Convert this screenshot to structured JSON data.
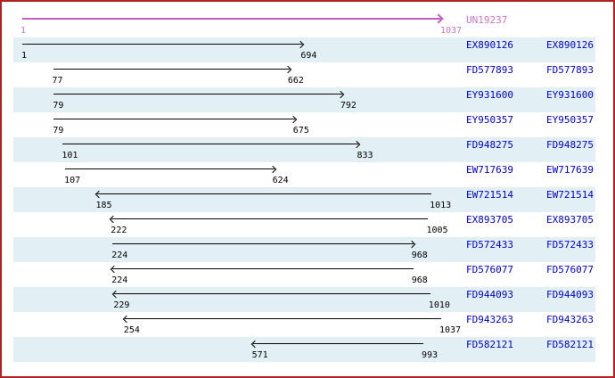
{
  "unigene": {
    "id": "UN19237",
    "start": 1,
    "end": 1037,
    "direction": "right"
  },
  "ests": [
    {
      "id": "EX890126",
      "start": 1,
      "end": 694,
      "direction": "right"
    },
    {
      "id": "FD577893",
      "start": 77,
      "end": 662,
      "direction": "right"
    },
    {
      "id": "EY931600",
      "start": 79,
      "end": 792,
      "direction": "right"
    },
    {
      "id": "EY950357",
      "start": 79,
      "end": 675,
      "direction": "right"
    },
    {
      "id": "FD948275",
      "start": 101,
      "end": 833,
      "direction": "right"
    },
    {
      "id": "EW717639",
      "start": 107,
      "end": 624,
      "direction": "right"
    },
    {
      "id": "EW721514",
      "start": 185,
      "end": 1013,
      "direction": "left"
    },
    {
      "id": "EX893705",
      "start": 222,
      "end": 1005,
      "direction": "left"
    },
    {
      "id": "FD572433",
      "start": 224,
      "end": 968,
      "direction": "right"
    },
    {
      "id": "FD576077",
      "start": 224,
      "end": 968,
      "direction": "left"
    },
    {
      "id": "FD944093",
      "start": 229,
      "end": 1010,
      "direction": "left"
    },
    {
      "id": "FD943263",
      "start": 254,
      "end": 1037,
      "direction": "left"
    },
    {
      "id": "FD582121",
      "start": 571,
      "end": 993,
      "direction": "left"
    }
  ],
  "colors": {
    "border": "#B22222",
    "row_shading": "#E2F0F6",
    "est_id_text": "#0000D0",
    "unigene_line": "#C45EC4",
    "unigene_text": "#C878C8",
    "arrow": "#000000"
  }
}
